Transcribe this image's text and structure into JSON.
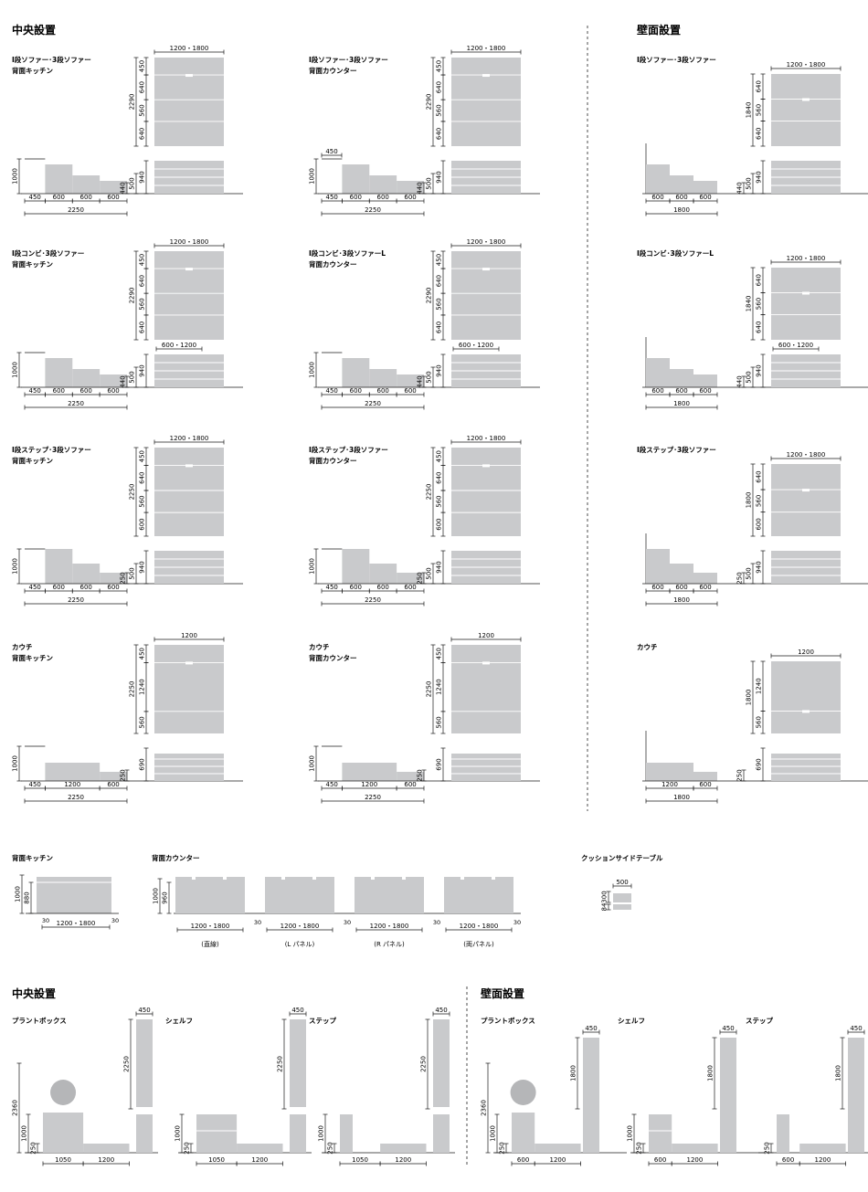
{
  "headings": {
    "center": "中央設置",
    "wall": "壁面設置",
    "center2": "中央設置",
    "wall2": "壁面設置"
  },
  "configs": [
    {
      "label1": "I段ソファー･3段ソファー",
      "label2": "背面キッチン",
      "elev": {
        "w": "1200・1800",
        "h": "2290",
        "segs": [
          "450",
          "640",
          "560",
          "640"
        ]
      },
      "side": {
        "h1": "1000",
        "h2": "440",
        "h3": "500",
        "h4": "940",
        "d": [
          "450",
          "600",
          "600",
          "600"
        ],
        "total": "2250"
      }
    },
    {
      "label1": "I段ソファー･3段ソファー",
      "label2": "背面カウンター",
      "elev": {
        "w": "1200・1800",
        "h": "2290",
        "segs": [
          "450",
          "640",
          "560",
          "640"
        ]
      },
      "side": {
        "h1": "1000",
        "h2": "440",
        "h3": "500",
        "h4": "940",
        "top": "450",
        "d": [
          "450",
          "600",
          "600",
          "600"
        ],
        "total": "2250"
      }
    },
    {
      "label1": "I段ソファー･3段ソファー",
      "label2": "",
      "elev": {
        "w": "1200・1800",
        "h": "1840",
        "segs": [
          "640",
          "560",
          "640"
        ]
      },
      "side": {
        "h2": "440",
        "h3": "500",
        "h4": "940",
        "d": [
          "600",
          "600",
          "600"
        ],
        "total": "1800"
      }
    },
    {
      "label1": "I段コンビ･3段ソファー",
      "label2": "背面キッチン",
      "elev": {
        "w": "1200・1800",
        "h": "2290",
        "segs": [
          "450",
          "640",
          "560",
          "640"
        ]
      },
      "side": {
        "h1": "1000",
        "h2": "440",
        "h3": "500",
        "h4": "940",
        "sub": "600・1200",
        "d": [
          "450",
          "600",
          "600",
          "600"
        ],
        "total": "2250"
      }
    },
    {
      "label1": "I段コンビ･3段ソファーL",
      "label2": "背面カウンター",
      "elev": {
        "w": "1200・1800",
        "h": "2290",
        "segs": [
          "450",
          "640",
          "560",
          "640"
        ]
      },
      "side": {
        "h1": "1000",
        "h2": "440",
        "h3": "500",
        "h4": "940",
        "sub": "600・1200",
        "d": [
          "450",
          "600",
          "600",
          "600"
        ],
        "total": "2250"
      }
    },
    {
      "label1": "I段コンビ･3段ソファーL",
      "label2": "",
      "elev": {
        "w": "1200・1800",
        "h": "1840",
        "segs": [
          "640",
          "560",
          "640"
        ]
      },
      "side": {
        "h2": "440",
        "h3": "500",
        "h4": "940",
        "sub": "600・1200",
        "d": [
          "600",
          "600",
          "600"
        ],
        "total": "1800"
      }
    },
    {
      "label1": "I段ステップ･3段ソファー",
      "label2": "背面キッチン",
      "elev": {
        "w": "1200・1800",
        "h": "2250",
        "segs": [
          "450",
          "640",
          "560",
          "600"
        ]
      },
      "side": {
        "h1": "1000",
        "h2": "250",
        "h3": "500",
        "h4": "940",
        "d": [
          "450",
          "600",
          "600",
          "600"
        ],
        "total": "2250"
      }
    },
    {
      "label1": "I段ステップ･3段ソファー",
      "label2": "背面カウンター",
      "elev": {
        "w": "1200・1800",
        "h": "2250",
        "segs": [
          "450",
          "640",
          "560",
          "600"
        ]
      },
      "side": {
        "h1": "1000",
        "h2": "250",
        "h3": "500",
        "h4": "940",
        "d": [
          "450",
          "600",
          "600",
          "600"
        ],
        "total": "2250"
      }
    },
    {
      "label1": "I段ステップ･3段ソファー",
      "label2": "",
      "elev": {
        "w": "1200・1800",
        "h": "1800",
        "segs": [
          "640",
          "560",
          "600"
        ]
      },
      "side": {
        "h2": "250",
        "h3": "500",
        "h4": "940",
        "d": [
          "600",
          "600",
          "600"
        ],
        "total": "1800"
      }
    },
    {
      "label1": "カウチ",
      "label2": "背面キッチン",
      "elev": {
        "w": "1200",
        "h": "2250",
        "segs": [
          "450",
          "1240",
          "560"
        ]
      },
      "side": {
        "h1": "1000",
        "h2": "250",
        "h4": "690",
        "d": [
          "450",
          "1200",
          "600"
        ],
        "total": "2250"
      }
    },
    {
      "label1": "カウチ",
      "label2": "背面カウンター",
      "elev": {
        "w": "1200",
        "h": "2250",
        "segs": [
          "450",
          "1240",
          "560"
        ]
      },
      "side": {
        "h1": "1000",
        "h2": "250",
        "h4": "690",
        "d": [
          "450",
          "1200",
          "600"
        ],
        "total": "2250"
      }
    },
    {
      "label1": "カウチ",
      "label2": "",
      "elev": {
        "w": "1200",
        "h": "1800",
        "segs": [
          "1240",
          "560"
        ]
      },
      "side": {
        "h2": "250",
        "h4": "690",
        "d": [
          "1200",
          "600"
        ],
        "total": "1800"
      }
    }
  ],
  "backparts": {
    "kitchen": {
      "label": "背面キッチン",
      "h1": "1000",
      "h2": "880",
      "gap": "30",
      "w": "1200・1800"
    },
    "counter": {
      "label": "背面カウンター",
      "h1": "1000",
      "h2": "960",
      "gap": "30",
      "variants": [
        {
          "w": "1200・1800",
          "cap": "(直線)"
        },
        {
          "w": "1200・1800",
          "cap": "(L パネル)"
        },
        {
          "w": "1200・1800",
          "cap": "(R パネル)"
        },
        {
          "w": "1200・1800",
          "cap": "(両パネル)"
        }
      ]
    },
    "table": {
      "label": "クッションサイドテーブル",
      "w": "500",
      "h1": "300",
      "h2": "84"
    }
  },
  "bottom": [
    {
      "label": "プラントボックス",
      "h": "2360",
      "cap": "450",
      "ph": "2250",
      "h1": "1000",
      "h2": "250",
      "d": [
        "1050",
        "1200"
      ]
    },
    {
      "label": "シェルフ",
      "cap": "450",
      "ph": "2250",
      "h1": "1000",
      "h2": "250",
      "d": [
        "1050",
        "1200"
      ]
    },
    {
      "label": "ステップ",
      "cap": "450",
      "ph": "2250",
      "h1": "1000",
      "h2": "250",
      "d": [
        "1050",
        "1200"
      ]
    },
    {
      "label": "プラントボックス",
      "h": "2360",
      "cap": "450",
      "ph": "1800",
      "h1": "1000",
      "h2": "250",
      "d": [
        "600",
        "1200"
      ]
    },
    {
      "label": "シェルフ",
      "cap": "450",
      "ph": "1800",
      "h1": "1000",
      "h2": "250",
      "d": [
        "600",
        "1200"
      ]
    },
    {
      "label": "ステップ",
      "cap": "450",
      "ph": "1800",
      "h2": "250",
      "d": [
        "600",
        "1200"
      ]
    }
  ]
}
